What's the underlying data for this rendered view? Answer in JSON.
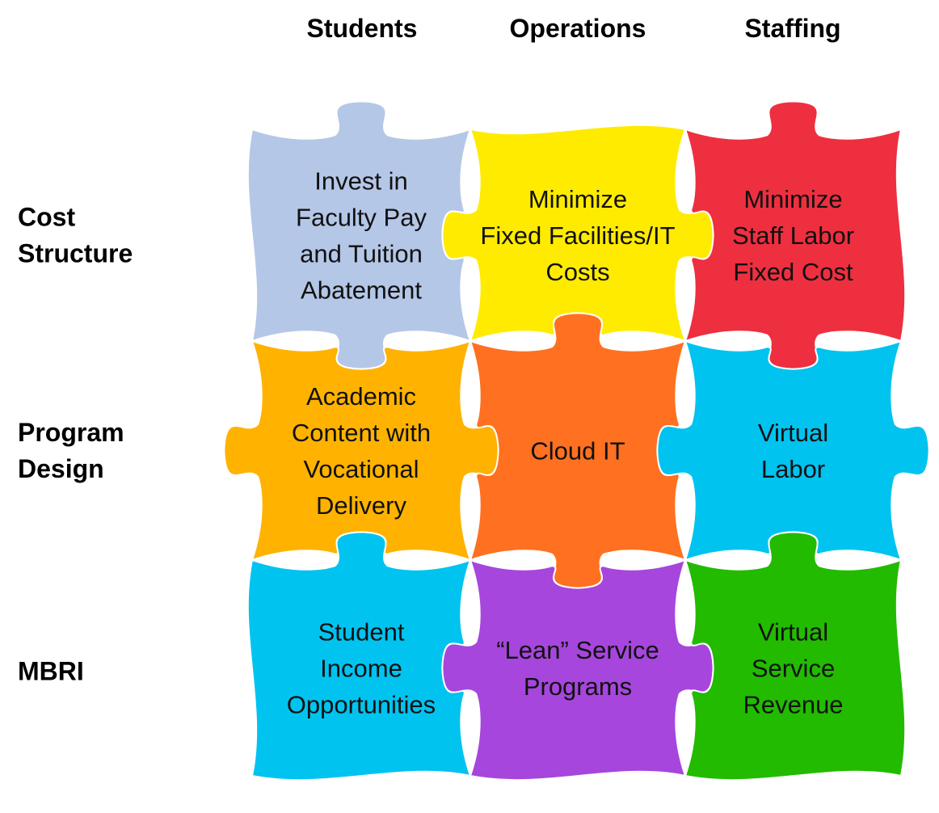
{
  "columns": [
    "Students",
    "Operations",
    "Staffing"
  ],
  "rows": [
    {
      "label_lines": [
        "Cost",
        "Structure"
      ]
    },
    {
      "label_lines": [
        "Program",
        "Design"
      ]
    },
    {
      "label_lines": [
        "MBRI"
      ]
    }
  ],
  "pieces": [
    {
      "row": 0,
      "col": 0,
      "color": "#B4C7E7",
      "lines": [
        "Invest in",
        "Faculty Pay",
        "and Tuition",
        "Abatement"
      ]
    },
    {
      "row": 0,
      "col": 1,
      "color": "#FFEB00",
      "lines": [
        "Minimize",
        "Fixed Facilities/IT",
        "Costs"
      ]
    },
    {
      "row": 0,
      "col": 2,
      "color": "#EE2F3F",
      "lines": [
        "Minimize",
        "Staff Labor",
        "Fixed Cost"
      ]
    },
    {
      "row": 1,
      "col": 0,
      "color": "#FFB300",
      "lines": [
        "Academic",
        "Content with",
        "Vocational",
        "Delivery"
      ]
    },
    {
      "row": 1,
      "col": 1,
      "color": "#FF7121",
      "lines": [
        "Cloud IT"
      ]
    },
    {
      "row": 1,
      "col": 2,
      "color": "#00C3EF",
      "lines": [
        "Virtual",
        "Labor"
      ]
    },
    {
      "row": 2,
      "col": 0,
      "color": "#00C3EF",
      "lines": [
        "Student",
        "Income",
        "Opportunities"
      ]
    },
    {
      "row": 2,
      "col": 1,
      "color": "#A646DC",
      "lines": [
        "“Lean” Service",
        "Programs"
      ]
    },
    {
      "row": 2,
      "col": 2,
      "color": "#22BB00",
      "lines": [
        "Virtual",
        "Service",
        "Revenue"
      ]
    }
  ]
}
